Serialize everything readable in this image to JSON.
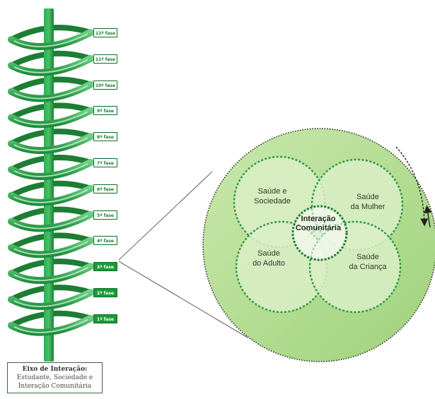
{
  "phases": [
    "12ª fase",
    "11ª fase",
    "10ª fase",
    "9ª fase",
    "8ª fase",
    "7ª fase",
    "6ª fase",
    "5ª fase",
    "4ª fase",
    "3ª fase",
    "2ª fase",
    "1ª fase"
  ],
  "axis_caption": {
    "title": "Eixo de Interação:",
    "line1": "Estudante, Sociedade e",
    "line2": "Interação Comunitária"
  },
  "areas": {
    "top_left": [
      "Saúde e",
      "Sociedade"
    ],
    "top_right": [
      "Saúde",
      "da Mulher"
    ],
    "bottom_left": [
      "Saúde",
      "do Adulto"
    ],
    "bottom_right": [
      "Saúde",
      "da Criança"
    ]
  },
  "center": [
    "Interação",
    "Comunitária"
  ],
  "colors": {
    "spiral_green": "#2aa04a",
    "axis_green": "#1f8f3d",
    "big_circle": "#aedb8c",
    "petal": "#d7edc4",
    "accent_dark": "#1b7a30"
  }
}
